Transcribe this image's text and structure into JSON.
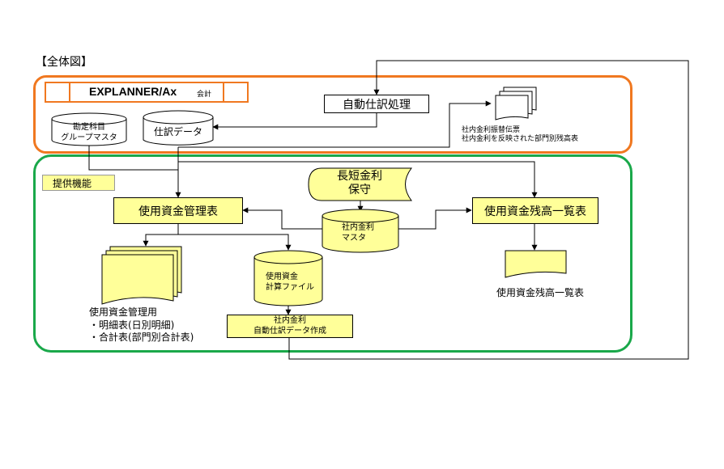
{
  "diagram_title": "【全体図】",
  "explanner": {
    "title": "EXPLANNER/Ax",
    "subtitle": "会計"
  },
  "auto_journal_process": "自動仕訳処理",
  "account_master": {
    "line1": "勘定科目",
    "line2": "グループマスタ"
  },
  "journal_data": "仕訳データ",
  "output_docs_note": {
    "line1": "社内金利振替伝票",
    "line2": "社内金利を反映された部門別残高表"
  },
  "provided_function": "提供機能",
  "long_short_rate": {
    "line1": "長短金利",
    "line2": "保守"
  },
  "fund_management_table": "使用資金管理表",
  "interest_master": {
    "line1": "社内金利",
    "line2": "マスタ"
  },
  "balance_list_process": "使用資金残高一覧表",
  "calc_file": {
    "line1": "使用資金",
    "line2": "計算ファイル"
  },
  "management_report": {
    "line1": "使用資金管理用",
    "line2": "・明細表(日別明細)",
    "line3": "・合計表(部門別合計表)"
  },
  "balance_list_report": "使用資金残高一覧表",
  "auto_journal_create": {
    "line1": "社内金利",
    "line2": "自動仕訳データ作成"
  },
  "colors": {
    "orange": "#f07820",
    "green": "#1aa84a",
    "yellow": "#ffff99"
  }
}
